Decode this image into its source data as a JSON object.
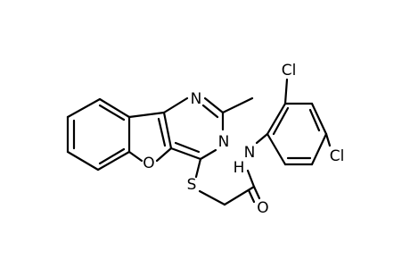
{
  "molecule": {
    "atoms": {
      "n_upper": "N",
      "n_lower": "N",
      "o_furan": "O",
      "s_thioether": "S",
      "o_carbonyl": "O",
      "n_amide": "N",
      "h_amide": "H",
      "cl_upper": "Cl",
      "cl_lower": "Cl"
    }
  }
}
